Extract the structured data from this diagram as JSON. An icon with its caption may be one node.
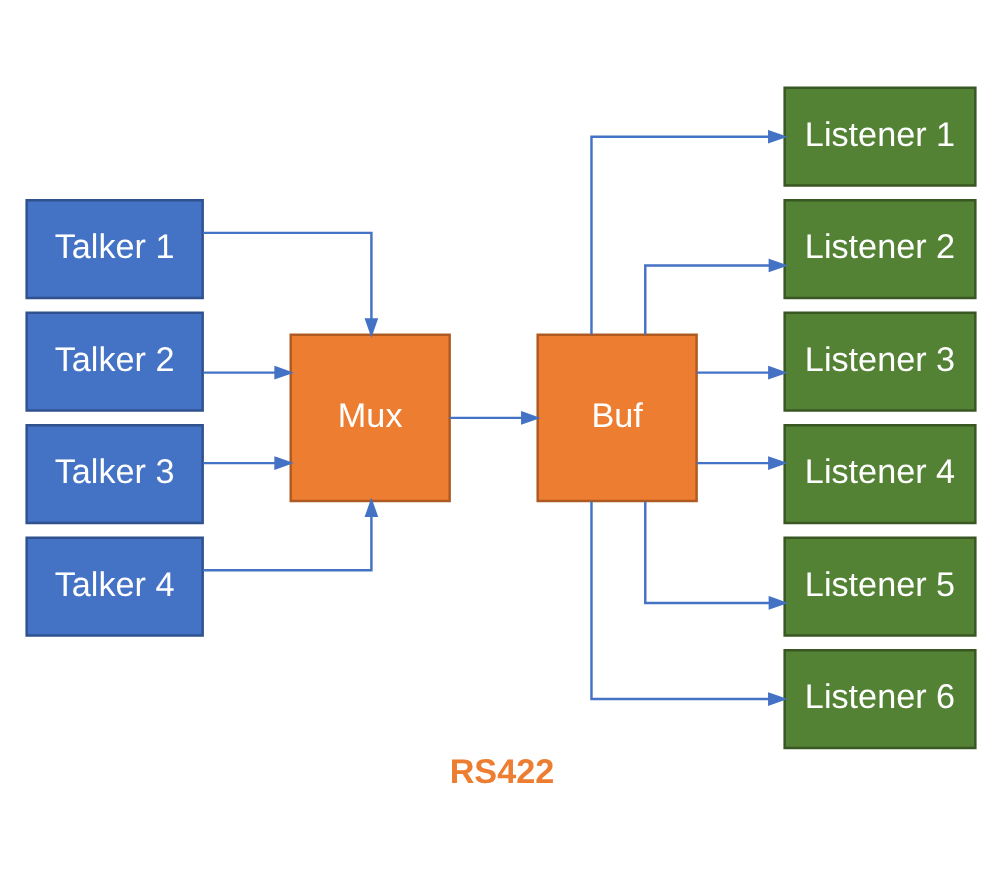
{
  "diagram": {
    "caption": "RS422",
    "nodes": [
      {
        "text": [
          "Talker 1"
        ]
      },
      {
        "text": [
          "Talker 2"
        ]
      },
      {
        "text": [
          "Talker 3"
        ]
      },
      {
        "text": [
          "Talker 4"
        ]
      },
      {
        "text": [
          "Mux"
        ]
      },
      {
        "text": [
          "Buf"
        ]
      },
      {
        "text": [
          "Listener 1"
        ]
      },
      {
        "text": [
          "Listener 2"
        ]
      },
      {
        "text": [
          "Listener 3"
        ]
      },
      {
        "text": [
          "Listener 4"
        ]
      },
      {
        "text": [
          "Listener 5"
        ]
      },
      {
        "text": [
          "Listener 6"
        ]
      }
    ],
    "edges": [
      {
        "from": 0,
        "to": 4,
        "arrow": "to"
      },
      {
        "from": 1,
        "to": 4,
        "arrow": "to"
      },
      {
        "from": 2,
        "to": 4,
        "arrow": "to"
      },
      {
        "from": 3,
        "to": 4,
        "arrow": "to"
      },
      {
        "from": 4,
        "to": 5,
        "arrow": "to"
      },
      {
        "from": 5,
        "to": 6,
        "arrow": "to"
      },
      {
        "from": 5,
        "to": 7,
        "arrow": "to"
      },
      {
        "from": 5,
        "to": 8,
        "arrow": "to"
      },
      {
        "from": 5,
        "to": 9,
        "arrow": "to"
      },
      {
        "from": 5,
        "to": 10,
        "arrow": "to"
      },
      {
        "from": 5,
        "to": 11,
        "arrow": "to"
      }
    ]
  }
}
